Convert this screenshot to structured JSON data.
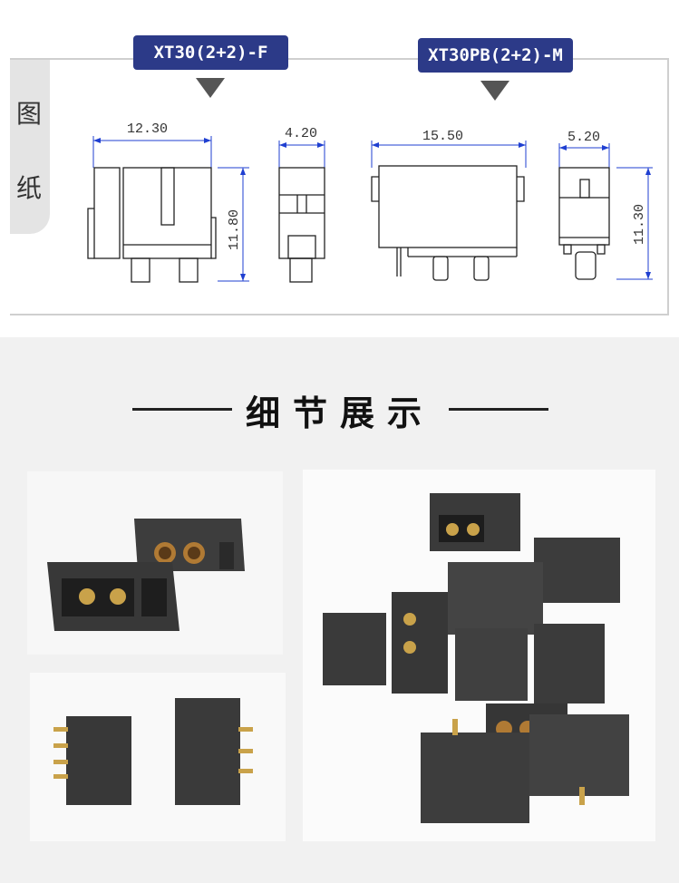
{
  "drawing": {
    "side_label": [
      "图",
      "纸"
    ],
    "female": {
      "model": "XT30(2+2)-F",
      "width": "12.30",
      "height": "11.80",
      "depth": "4.20"
    },
    "male": {
      "model": "XT30PB(2+2)-M",
      "width": "15.50",
      "height": "11.30",
      "depth": "5.20"
    }
  },
  "details": {
    "title": "细节展示"
  },
  "colors": {
    "label_bg": "#2c3a88",
    "dimension_line": "#1f3fd1",
    "connector_body": "#3a3a3a",
    "pin_gold": "#c9a24a"
  }
}
